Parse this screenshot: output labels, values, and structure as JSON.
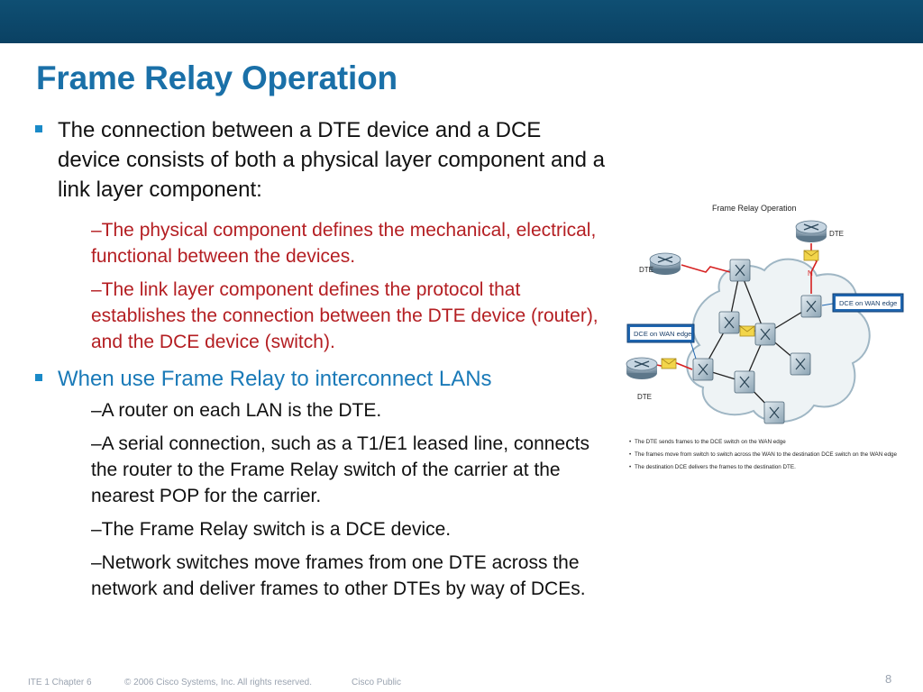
{
  "slide": {
    "title": "Frame Relay Operation",
    "page_number": "8"
  },
  "bullets": [
    {
      "text": "The connection between a DTE device and a DCE device consists of both a physical layer component and a link layer component:",
      "subitems": [
        "–The physical component defines the mechanical, electrical, functional between the devices.",
        "–The link layer component defines the protocol that establishes the connection between the DTE device (router), and the DCE device (switch)."
      ]
    },
    {
      "text": "When use Frame Relay to interconnect LANs",
      "subitems": [
        "–A router on each LAN is the DTE.",
        "–A serial connection, such as a T1/E1 leased line, connects the router to the Frame Relay switch of the carrier at the nearest POP for the carrier.",
        "–The Frame Relay switch is a DCE device.",
        "–Network switches move frames from one DTE across the network and deliver frames to other DTEs by way of DCEs."
      ]
    }
  ],
  "figure": {
    "title": "Frame Relay Operation",
    "label_dte_left": "DTE",
    "label_dte_top": "DTE",
    "label_dte_bottom": "DTE",
    "label_n": "N",
    "callout_right": "DCE on WAN edge",
    "callout_left": "DCE on WAN edge",
    "notes": [
      "The DTE sends frames to the DCE switch on the WAN edge",
      "The frames move from switch to switch across the WAN to the destination DCE switch on the WAN edge",
      "The destination DCE delivers the frames to the destination DTE."
    ]
  },
  "footer": {
    "course": "ITE 1 Chapter 6",
    "copyright": "© 2006 Cisco Systems, Inc. All rights reserved.",
    "classification": "Cisco Public"
  },
  "colors": {
    "header_bar": "#0a4163",
    "title": "#1a70a8",
    "red_text": "#b41e22",
    "blue_text": "#1a7ab8",
    "callout": "#1f66b0"
  }
}
